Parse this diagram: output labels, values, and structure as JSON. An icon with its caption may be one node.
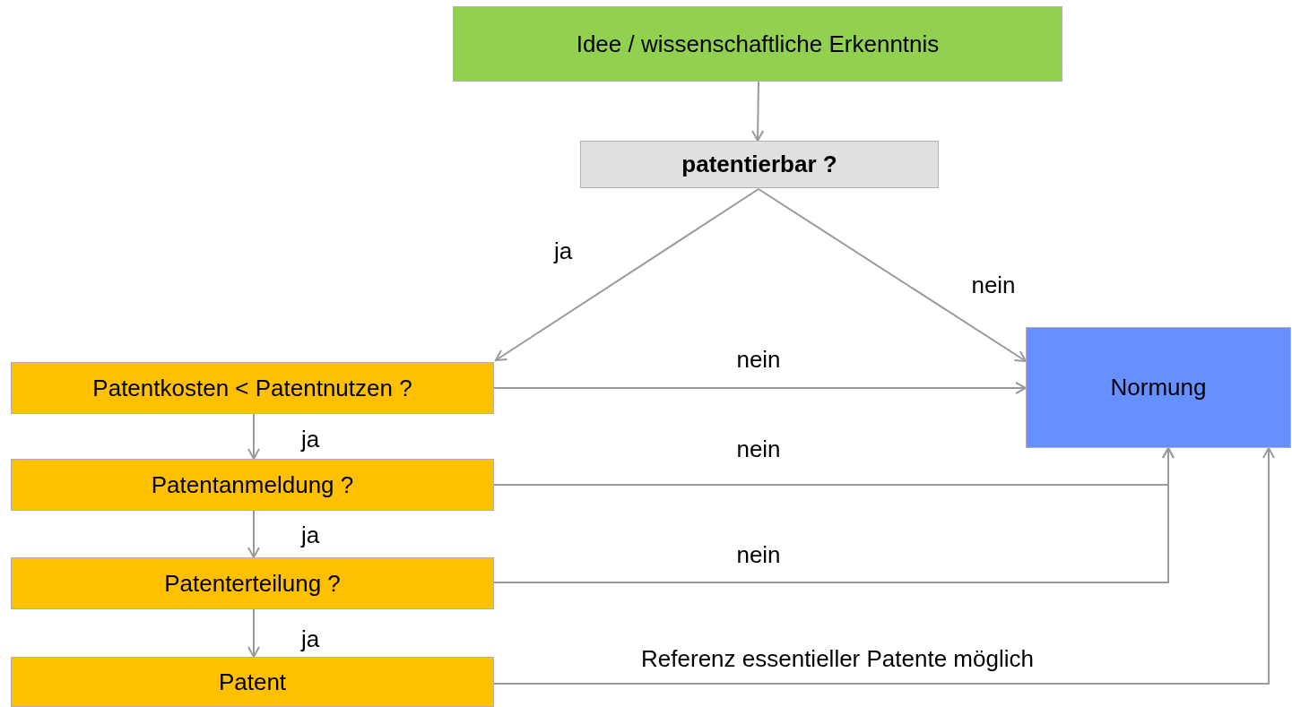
{
  "diagram": {
    "nodes": [
      {
        "text": [
          "Idee / wissenschaftliche Erkenntnis"
        ]
      },
      {
        "text": [
          "patentierbar ?"
        ]
      },
      {
        "text": [
          "Patentkosten < Patentnutzen ?"
        ]
      },
      {
        "text": [
          "Patentanmeldung ?"
        ]
      },
      {
        "text": [
          "Patenterteilung ?"
        ]
      },
      {
        "text": [
          "Patent"
        ]
      },
      {
        "text": [
          "Normung"
        ]
      }
    ],
    "edges": [
      {
        "from": 0,
        "to": 1,
        "arrow": "to"
      },
      {
        "from": 1,
        "to": 2,
        "arrow": "to",
        "label": "ja"
      },
      {
        "from": 1,
        "to": 6,
        "arrow": "to",
        "label": "nein"
      },
      {
        "from": 2,
        "to": 6,
        "arrow": "to",
        "label": "nein"
      },
      {
        "from": 2,
        "to": 3,
        "arrow": "to",
        "label": "ja"
      },
      {
        "from": 3,
        "to": 6,
        "arrow": "to",
        "label": "nein"
      },
      {
        "from": 3,
        "to": 4,
        "arrow": "to",
        "label": "ja"
      },
      {
        "from": 4,
        "to": 6,
        "arrow": "to",
        "label": "nein"
      },
      {
        "from": 4,
        "to": 5,
        "arrow": "to",
        "label": "ja"
      },
      {
        "from": 5,
        "to": 6,
        "arrow": "to",
        "label": "Referenz essentieller Patente möglich"
      }
    ]
  }
}
